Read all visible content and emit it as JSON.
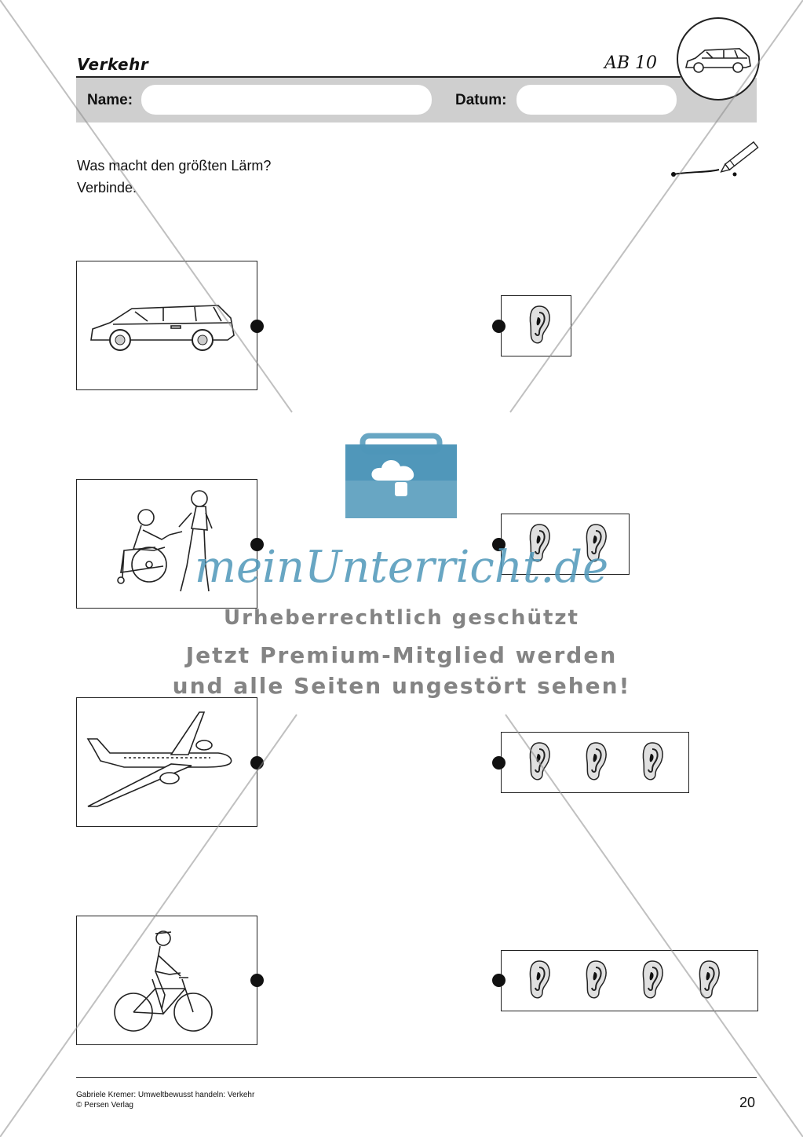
{
  "header": {
    "topic": "Verkehr",
    "sheet_code": "AB 10",
    "name_label": "Name:",
    "date_label": "Datum:",
    "name_value": "",
    "date_value": "",
    "badge_icon": "car-icon"
  },
  "task": {
    "line1": "Was macht den größten Lärm?",
    "line2": "Verbinde.",
    "icon": "pencil-connect-icon"
  },
  "pictures": [
    {
      "icon": "car-icon",
      "label": "Auto"
    },
    {
      "icon": "wheelchair-pedestrian-icon",
      "label": "Rollstuhl und Fußgängerin"
    },
    {
      "icon": "airplane-icon",
      "label": "Flugzeug"
    },
    {
      "icon": "bicycle-icon",
      "label": "Fahrrad"
    }
  ],
  "ear_boxes": [
    {
      "count": 1
    },
    {
      "count": 2
    },
    {
      "count": 3
    },
    {
      "count": 4
    }
  ],
  "watermark": {
    "logo_text": "meinUnterricht.de",
    "copyright": "Urheberrechtlich geschützt",
    "premium_line1": "Jetzt Premium-Mitglied werden",
    "premium_line2": "und alle Seiten ungestört sehen!",
    "color": "#4e96b9"
  },
  "footer": {
    "credit_line1": "Gabriele Kremer: Umweltbewusst handeln: Verkehr",
    "credit_line2": "© Persen Verlag",
    "page_number": "20"
  }
}
